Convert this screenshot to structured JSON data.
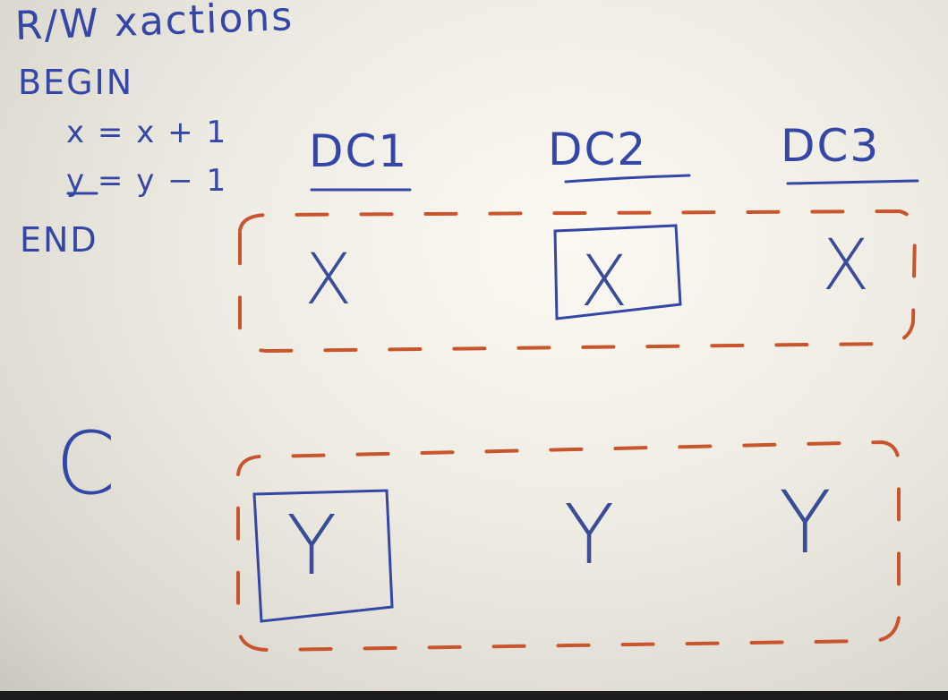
{
  "whiteboard": {
    "title": "R/W xactions",
    "begin": "BEGIN",
    "stmt_x": "x = x + 1",
    "stmt_y": "y = y − 1",
    "end": "END",
    "columns": [
      "DC1",
      "DC2",
      "DC3"
    ],
    "row_label_c": "C",
    "row1": [
      "X",
      "X",
      "X"
    ],
    "row2": [
      "Y",
      "Y",
      "Y"
    ]
  },
  "colors": {
    "ink_blue": "#3446a6",
    "marker_red": "#c8552e",
    "board": "#f3f1ea"
  }
}
